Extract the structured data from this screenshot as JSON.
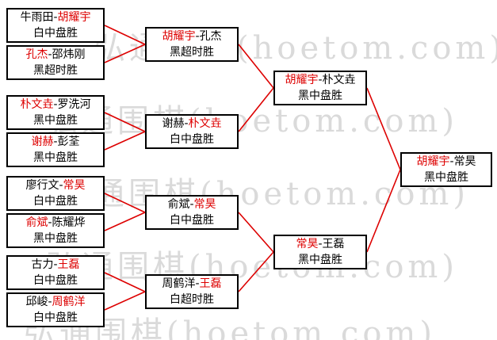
{
  "sep": "-",
  "colors": {
    "winner": "#dd0000",
    "loser": "#000000",
    "line": "#dd0000",
    "box_border": "#000000",
    "watermark": "#dadada",
    "background": "#ffffff"
  },
  "watermark": {
    "text": "弘通围棋(hoetom.com)"
  },
  "matches": {
    "r1m1": {
      "p1": "牛雨田",
      "p1c": "#000000",
      "p2": "胡耀宇",
      "p2c": "#dd0000",
      "result": "白中盘胜"
    },
    "r1m2": {
      "p1": "孔杰",
      "p1c": "#dd0000",
      "p2": "邵炜刚",
      "p2c": "#000000",
      "result": "黑超时胜"
    },
    "r1m3": {
      "p1": "朴文垚",
      "p1c": "#dd0000",
      "p2": "罗洗河",
      "p2c": "#000000",
      "result": "黑中盘胜"
    },
    "r1m4": {
      "p1": "谢赫",
      "p1c": "#dd0000",
      "p2": "彭荃",
      "p2c": "#000000",
      "result": "黑中盘胜"
    },
    "r1m5": {
      "p1": "廖行文",
      "p1c": "#000000",
      "p2": "常昊",
      "p2c": "#dd0000",
      "result": "白中盘胜"
    },
    "r1m6": {
      "p1": "俞斌",
      "p1c": "#dd0000",
      "p2": "陈耀烨",
      "p2c": "#000000",
      "result": "黑中盘胜"
    },
    "r1m7": {
      "p1": "古力",
      "p1c": "#000000",
      "p2": "王磊",
      "p2c": "#dd0000",
      "result": "白中盘胜"
    },
    "r1m8": {
      "p1": "邱峻",
      "p1c": "#000000",
      "p2": "周鹤洋",
      "p2c": "#dd0000",
      "result": "白中盘胜"
    },
    "r2m1": {
      "p1": "胡耀宇",
      "p1c": "#dd0000",
      "p2": "孔杰",
      "p2c": "#000000",
      "result": "黑超时胜"
    },
    "r2m2": {
      "p1": "谢赫",
      "p1c": "#000000",
      "p2": "朴文垚",
      "p2c": "#dd0000",
      "result": "白中盘胜"
    },
    "r2m3": {
      "p1": "俞斌",
      "p1c": "#000000",
      "p2": "常昊",
      "p2c": "#dd0000",
      "result": "白中盘胜"
    },
    "r2m4": {
      "p1": "周鹤洋",
      "p1c": "#000000",
      "p2": "王磊",
      "p2c": "#dd0000",
      "result": "白超时胜"
    },
    "r3m1": {
      "p1": "胡耀宇",
      "p1c": "#dd0000",
      "p2": "朴文垚",
      "p2c": "#000000",
      "result": "黑中盘胜"
    },
    "r3m2": {
      "p1": "常昊",
      "p1c": "#dd0000",
      "p2": "王磊",
      "p2c": "#000000",
      "result": "黑中盘胜"
    },
    "final": {
      "p1": "胡耀宇",
      "p1c": "#dd0000",
      "p2": "常昊",
      "p2c": "#000000",
      "result": "黑中盘胜"
    }
  }
}
